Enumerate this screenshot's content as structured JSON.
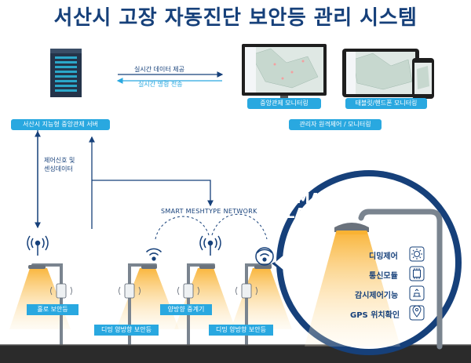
{
  "title": "서산시 고장 자동진단 보안등 관리 시스템",
  "server": {
    "label": "서산시 지능형 중앙관제 서버"
  },
  "flows": {
    "top": "실시간 데이터 제공",
    "bottom": "실시간 명령 전송"
  },
  "monitors": {
    "central": "중앙관제 모니터링",
    "mobile": "태블릿/핸드폰 모니터링",
    "manager": "관리자 원격제어 / 모니터링"
  },
  "control_label": [
    "제어신호 및",
    "센싱데이터"
  ],
  "network_label": "SMART MESHTYPE NETWORK",
  "lamps": {
    "road": "홀로 보안등",
    "dim1": "디밍 양방향 보안등",
    "relay": "양방향 중계기",
    "dim2": "디밍 양방향 보안등"
  },
  "smart_lamp": {
    "title": [
      "SMART",
      "LAMP"
    ],
    "features": [
      "디밍제어",
      "통신모듈",
      "감시제어기능",
      "GPS 위치확인"
    ]
  },
  "colors": {
    "navy": "#16407a",
    "sky": "#29a8e0",
    "glow": "#f9b233"
  }
}
